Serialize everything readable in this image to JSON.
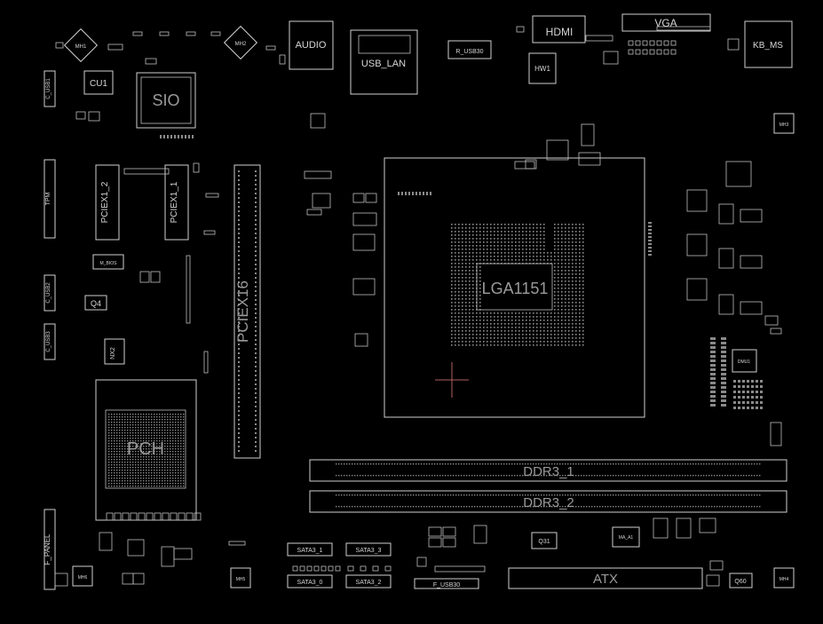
{
  "colors": {
    "background": "#000000",
    "outline": "#cfcfcf",
    "pin_field": "#8a8a8a",
    "marker": "#b06060"
  },
  "labels": {
    "audio": "AUDIO",
    "usb_lan": "USB_LAN",
    "r_usb30": "R_USB30",
    "hdmi": "HDMI",
    "vga": "VGA",
    "kb_ms": "KB_MS",
    "cu1": "CU1",
    "sio": "SIO",
    "hw1": "HW1",
    "cpu_socket": "LGA1151",
    "pciex16": "PCIEX16",
    "pciex1_2": "PCIEX1_2",
    "pciex1_1": "PCIEX1_1",
    "tpm": "TPM",
    "pch": "PCH",
    "q4": "Q4",
    "nx2": "NX2",
    "m_bios": "M_BIOS",
    "ddr3_1": "DDR3_1",
    "ddr3_2": "DDR3_2",
    "atx": "ATX",
    "q31": "Q31",
    "q60": "Q60",
    "mh1": "MH1",
    "mh2": "MH2",
    "mh3": "MH3",
    "mh4": "MH4",
    "mh5": "MH5",
    "mh6": "MH6",
    "dmu1": "DMU1",
    "sata3_0": "SATA3_0",
    "sata3_1": "SATA3_1",
    "sata3_2": "SATA3_2",
    "sata3_3": "SATA3_3",
    "f_usb30": "F_USB30",
    "f_panel": "F_PANEL",
    "c_usb1": "C_USB1",
    "c_usb2": "C_USB2",
    "c_usb3": "C_USB3",
    "ma_a1": "MA_A1"
  }
}
